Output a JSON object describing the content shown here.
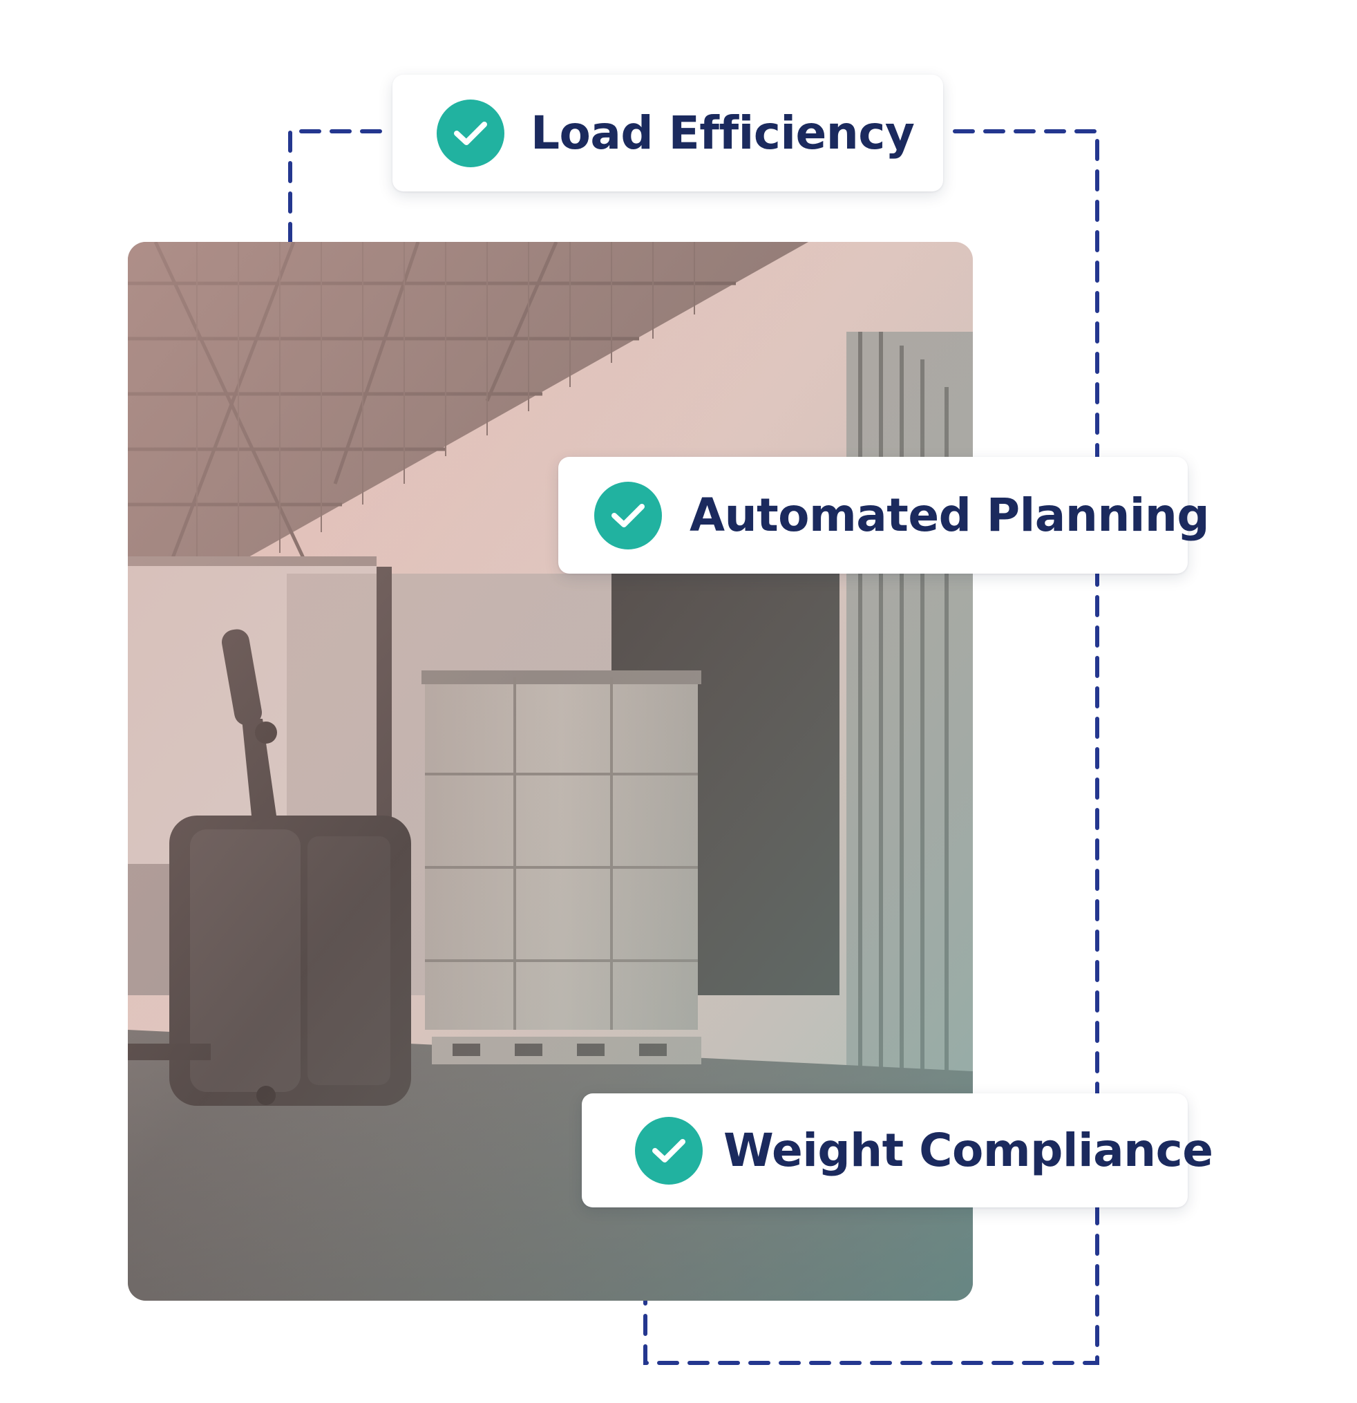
{
  "colors": {
    "dash": "#24378f",
    "check_bg": "#21b2a0",
    "check_mark": "#ffffff",
    "label": "#1b2a5e",
    "photo_warm": "#d9aba3",
    "photo_cool": "#7fb3ad"
  },
  "features": [
    {
      "label": "Load Efficiency",
      "icon": "check-circle-icon"
    },
    {
      "label": "Automated Planning",
      "icon": "check-circle-icon"
    },
    {
      "label": "Weight Compliance",
      "icon": "check-circle-icon"
    }
  ],
  "photo": {
    "subject": "pallet-jack-loading-truck",
    "tint": "warm-to-teal-gradient"
  }
}
